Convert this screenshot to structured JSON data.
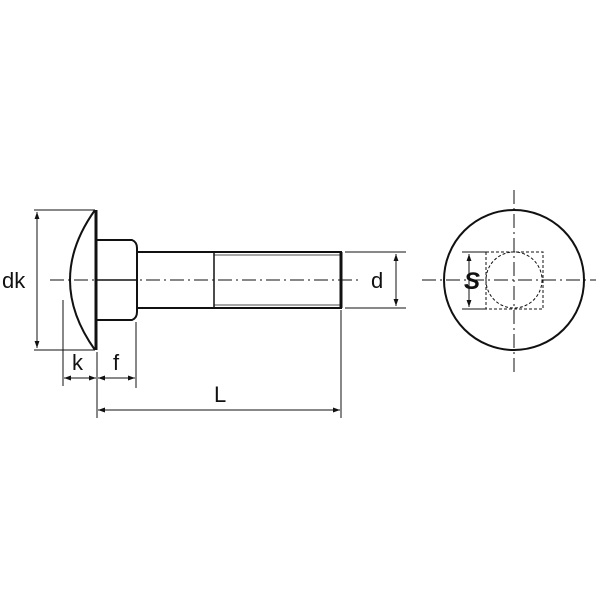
{
  "labels": {
    "head_diameter": "dk",
    "head_height": "k",
    "neck_length": "f",
    "length": "L",
    "thread_diameter": "d",
    "square_size": "S"
  },
  "colors": {
    "line": "#111111",
    "background": "#ffffff"
  }
}
